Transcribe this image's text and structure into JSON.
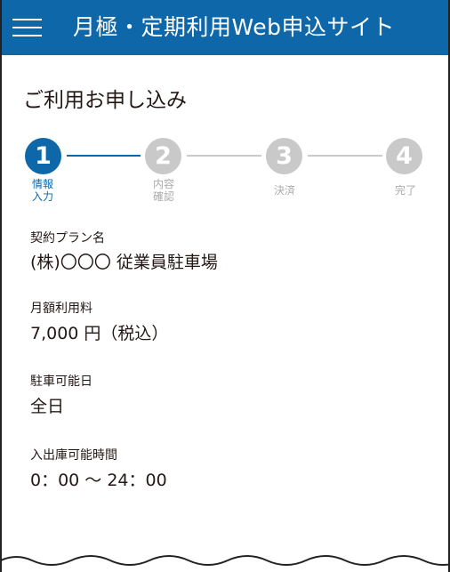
{
  "header": {
    "title": "月極・定期利用Web申込サイト",
    "menu_icon": "hamburger-menu-icon",
    "bg_color": "#0e67a8"
  },
  "page": {
    "title": "ご利用お申し込み"
  },
  "stepper": {
    "active_color": "#0e67a8",
    "inactive_color": "#c9c9c9",
    "current_step": 1,
    "steps": [
      {
        "number": "1",
        "label_line1": "情報",
        "label_line2": "入力",
        "state": "active"
      },
      {
        "number": "2",
        "label_line1": "内容",
        "label_line2": "確認",
        "state": "inactive"
      },
      {
        "number": "3",
        "label_line1": "決済",
        "label_line2": "",
        "state": "inactive"
      },
      {
        "number": "4",
        "label_line1": "完了",
        "label_line2": "",
        "state": "inactive"
      }
    ]
  },
  "fields": [
    {
      "label": "契約プラン名",
      "value": "(株)〇〇〇 従業員駐車場"
    },
    {
      "label": "月額利用料",
      "value": "7,000 円（税込）"
    },
    {
      "label": "駐車可能日",
      "value": "全日"
    },
    {
      "label": "入出庫可能時間",
      "value": "0：00 〜 24：00"
    }
  ]
}
